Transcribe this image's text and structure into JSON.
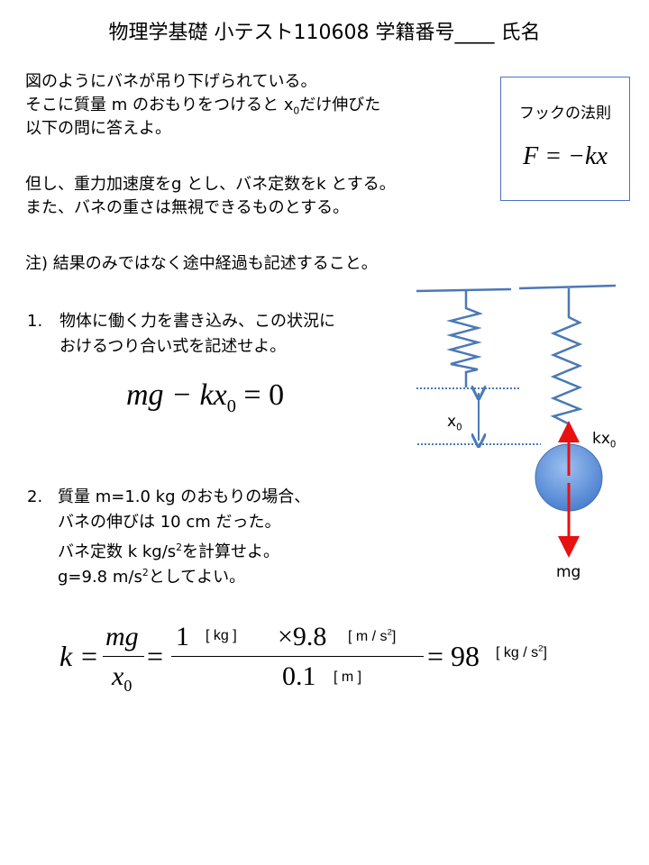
{
  "title": "物理学基礎 小テスト110608 学籍番号____ 氏名",
  "intro": [
    "図のようにバネが吊り下げられている。",
    "そこに質量 m のおもりをつけると x",
    "0",
    "だけ伸びた",
    "以下の問に答えよ。"
  ],
  "assume": [
    "但し、重力加速度をg とし、バネ定数をk とする。",
    "また、バネの重さは無視できるものとする。"
  ],
  "note": "注) 結果のみではなく途中経過も記述すること。",
  "hooke_box": {
    "title": "フックの法則",
    "formula": "F = −kx"
  },
  "q1": {
    "num": "1.",
    "lines": [
      "物体に働く力を書き込み、この状況に",
      "おけるつり合い式を記述せよ。"
    ],
    "answer_lhs": "mg − kx",
    "answer_sub": "0",
    "answer_rhs": " = 0"
  },
  "q2": {
    "num": "2.",
    "lines": [
      "質量 m=1.0 kg のおもりの場合、",
      "バネの伸びは 10 cm だった。",
      "バネ定数 k kg/s",
      "2",
      "を計算せよ。",
      "g=9.8 m/s",
      "2",
      "としてよい。"
    ]
  },
  "answer2": {
    "k": "k",
    "eq": "=",
    "mg": "mg",
    "x": "x",
    "xsub": "0",
    "one": "1",
    "kg": "[ kg ]",
    "times": "×9.8",
    "ms2": "[ m / s",
    "two": "2",
    "close": "]",
    "den": "0.1",
    "m": "[ m ]",
    "result": "= 98",
    "unit": "[ kg / s"
  },
  "diagram": {
    "x0_label": "x",
    "x0_sub": "0",
    "kx0_label": "kx",
    "kx0_sub": "0",
    "mg_label": "mg"
  },
  "colors": {
    "spring": "#4a79b7",
    "force": "#e81010",
    "box_border": "#4a72c4"
  }
}
